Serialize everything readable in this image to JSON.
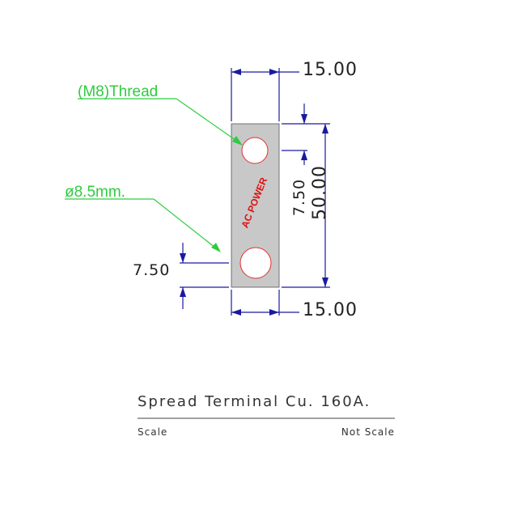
{
  "part": {
    "body_color": "#c8c8c8",
    "hole_edge_color": "#e03030",
    "brand_label": "AC POWER",
    "brand_color": "#e01010"
  },
  "dimensions": {
    "top_width": "15.00",
    "bottom_width": "15.00",
    "total_height": "50.00",
    "top_hole_offset": "7.50",
    "bottom_hole_offset": "7.50",
    "color": "#1a1aa0"
  },
  "annotations": {
    "thread_note": "(M8)Thread",
    "hole_diameter_note": "ø8.5mm.",
    "color": "#2ecc40"
  },
  "title_block": {
    "title": "Spread Terminal Cu. 160A.",
    "scale_label": "Scale",
    "scale_value": "Not Scale"
  }
}
